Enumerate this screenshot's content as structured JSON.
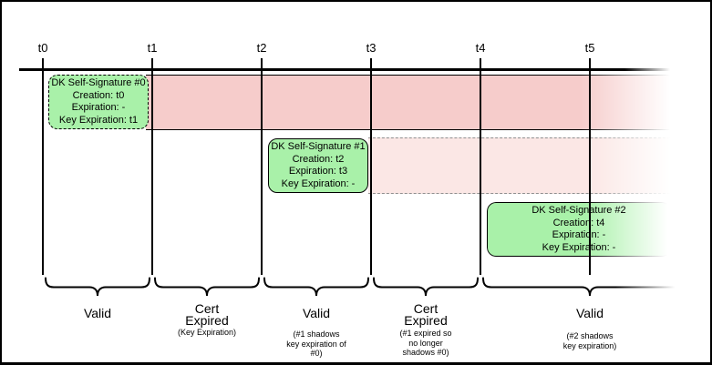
{
  "diagram": {
    "ticks": [
      "t0",
      "t1",
      "t2",
      "t3",
      "t4",
      "t5"
    ],
    "signatures": [
      {
        "title": "DK Self-Signature #0",
        "creation": "Creation: t0",
        "expiration": "Expiration: -",
        "key_expiration": "Key Expiration: t1"
      },
      {
        "title": "DK Self-Signature #1",
        "creation": "Creation: t2",
        "expiration": "Expiration: t3",
        "key_expiration": "Key Expiration: -"
      },
      {
        "title": "DK Self-Signature #2",
        "creation": "Creation: t4",
        "expiration": "Expiration: -",
        "key_expiration": "Key Expiration: -"
      }
    ],
    "periods": [
      {
        "label": "Valid",
        "note": ""
      },
      {
        "label": "Cert\nExpired",
        "note": "(Key Expiration)"
      },
      {
        "label": "Valid",
        "note": "(#1 shadows\nkey expiration of\n#0)"
      },
      {
        "label": "Cert\nExpired",
        "note": "(#1 expired so\nno longer\nshadows #0)"
      },
      {
        "label": "Valid",
        "note": "(#2 shadows\nkey expiration)"
      }
    ],
    "colors": {
      "expired_band": "#f6cccb",
      "expired_band_faint": "#fbe7e5",
      "signature_fill": "#a9f1a9"
    }
  }
}
